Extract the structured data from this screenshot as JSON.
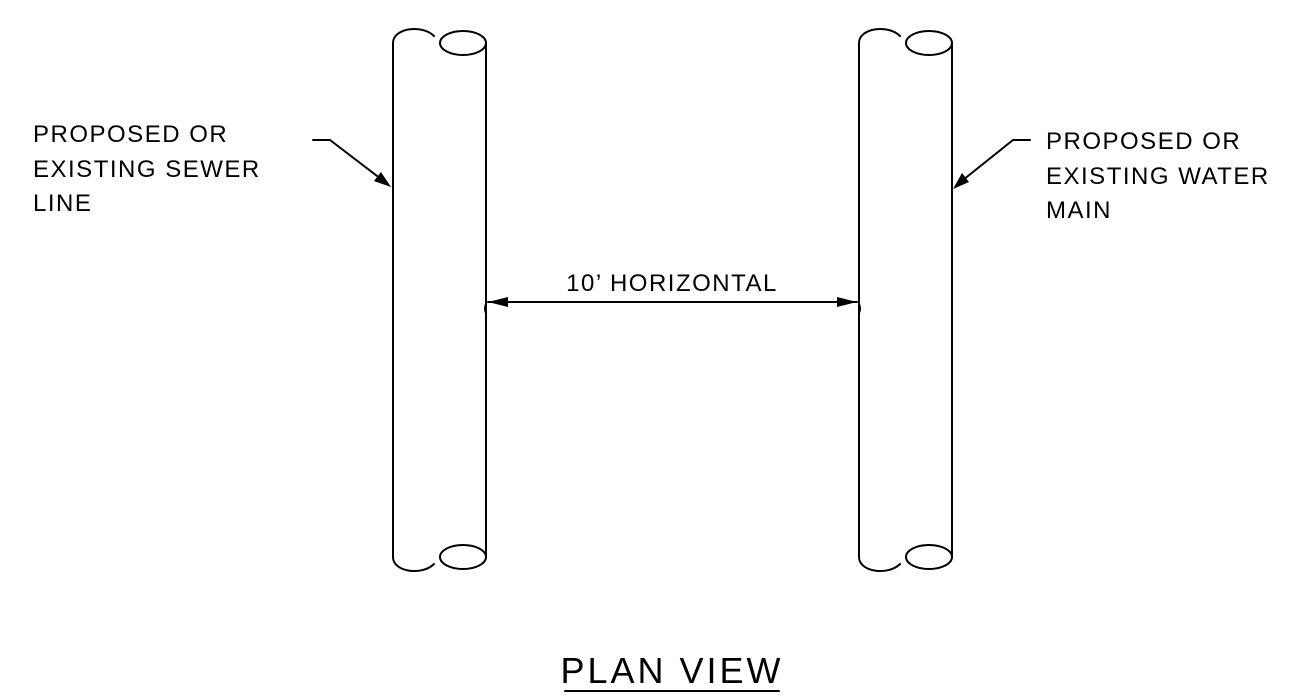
{
  "labels": {
    "sewer_line": [
      "PROPOSED OR",
      "EXISTING SEWER",
      "LINE"
    ],
    "water_main": [
      "PROPOSED OR",
      "EXISTING WATER",
      "MAIN"
    ],
    "dimension": "10’ HORIZONTAL",
    "view_title": "PLAN VIEW"
  }
}
